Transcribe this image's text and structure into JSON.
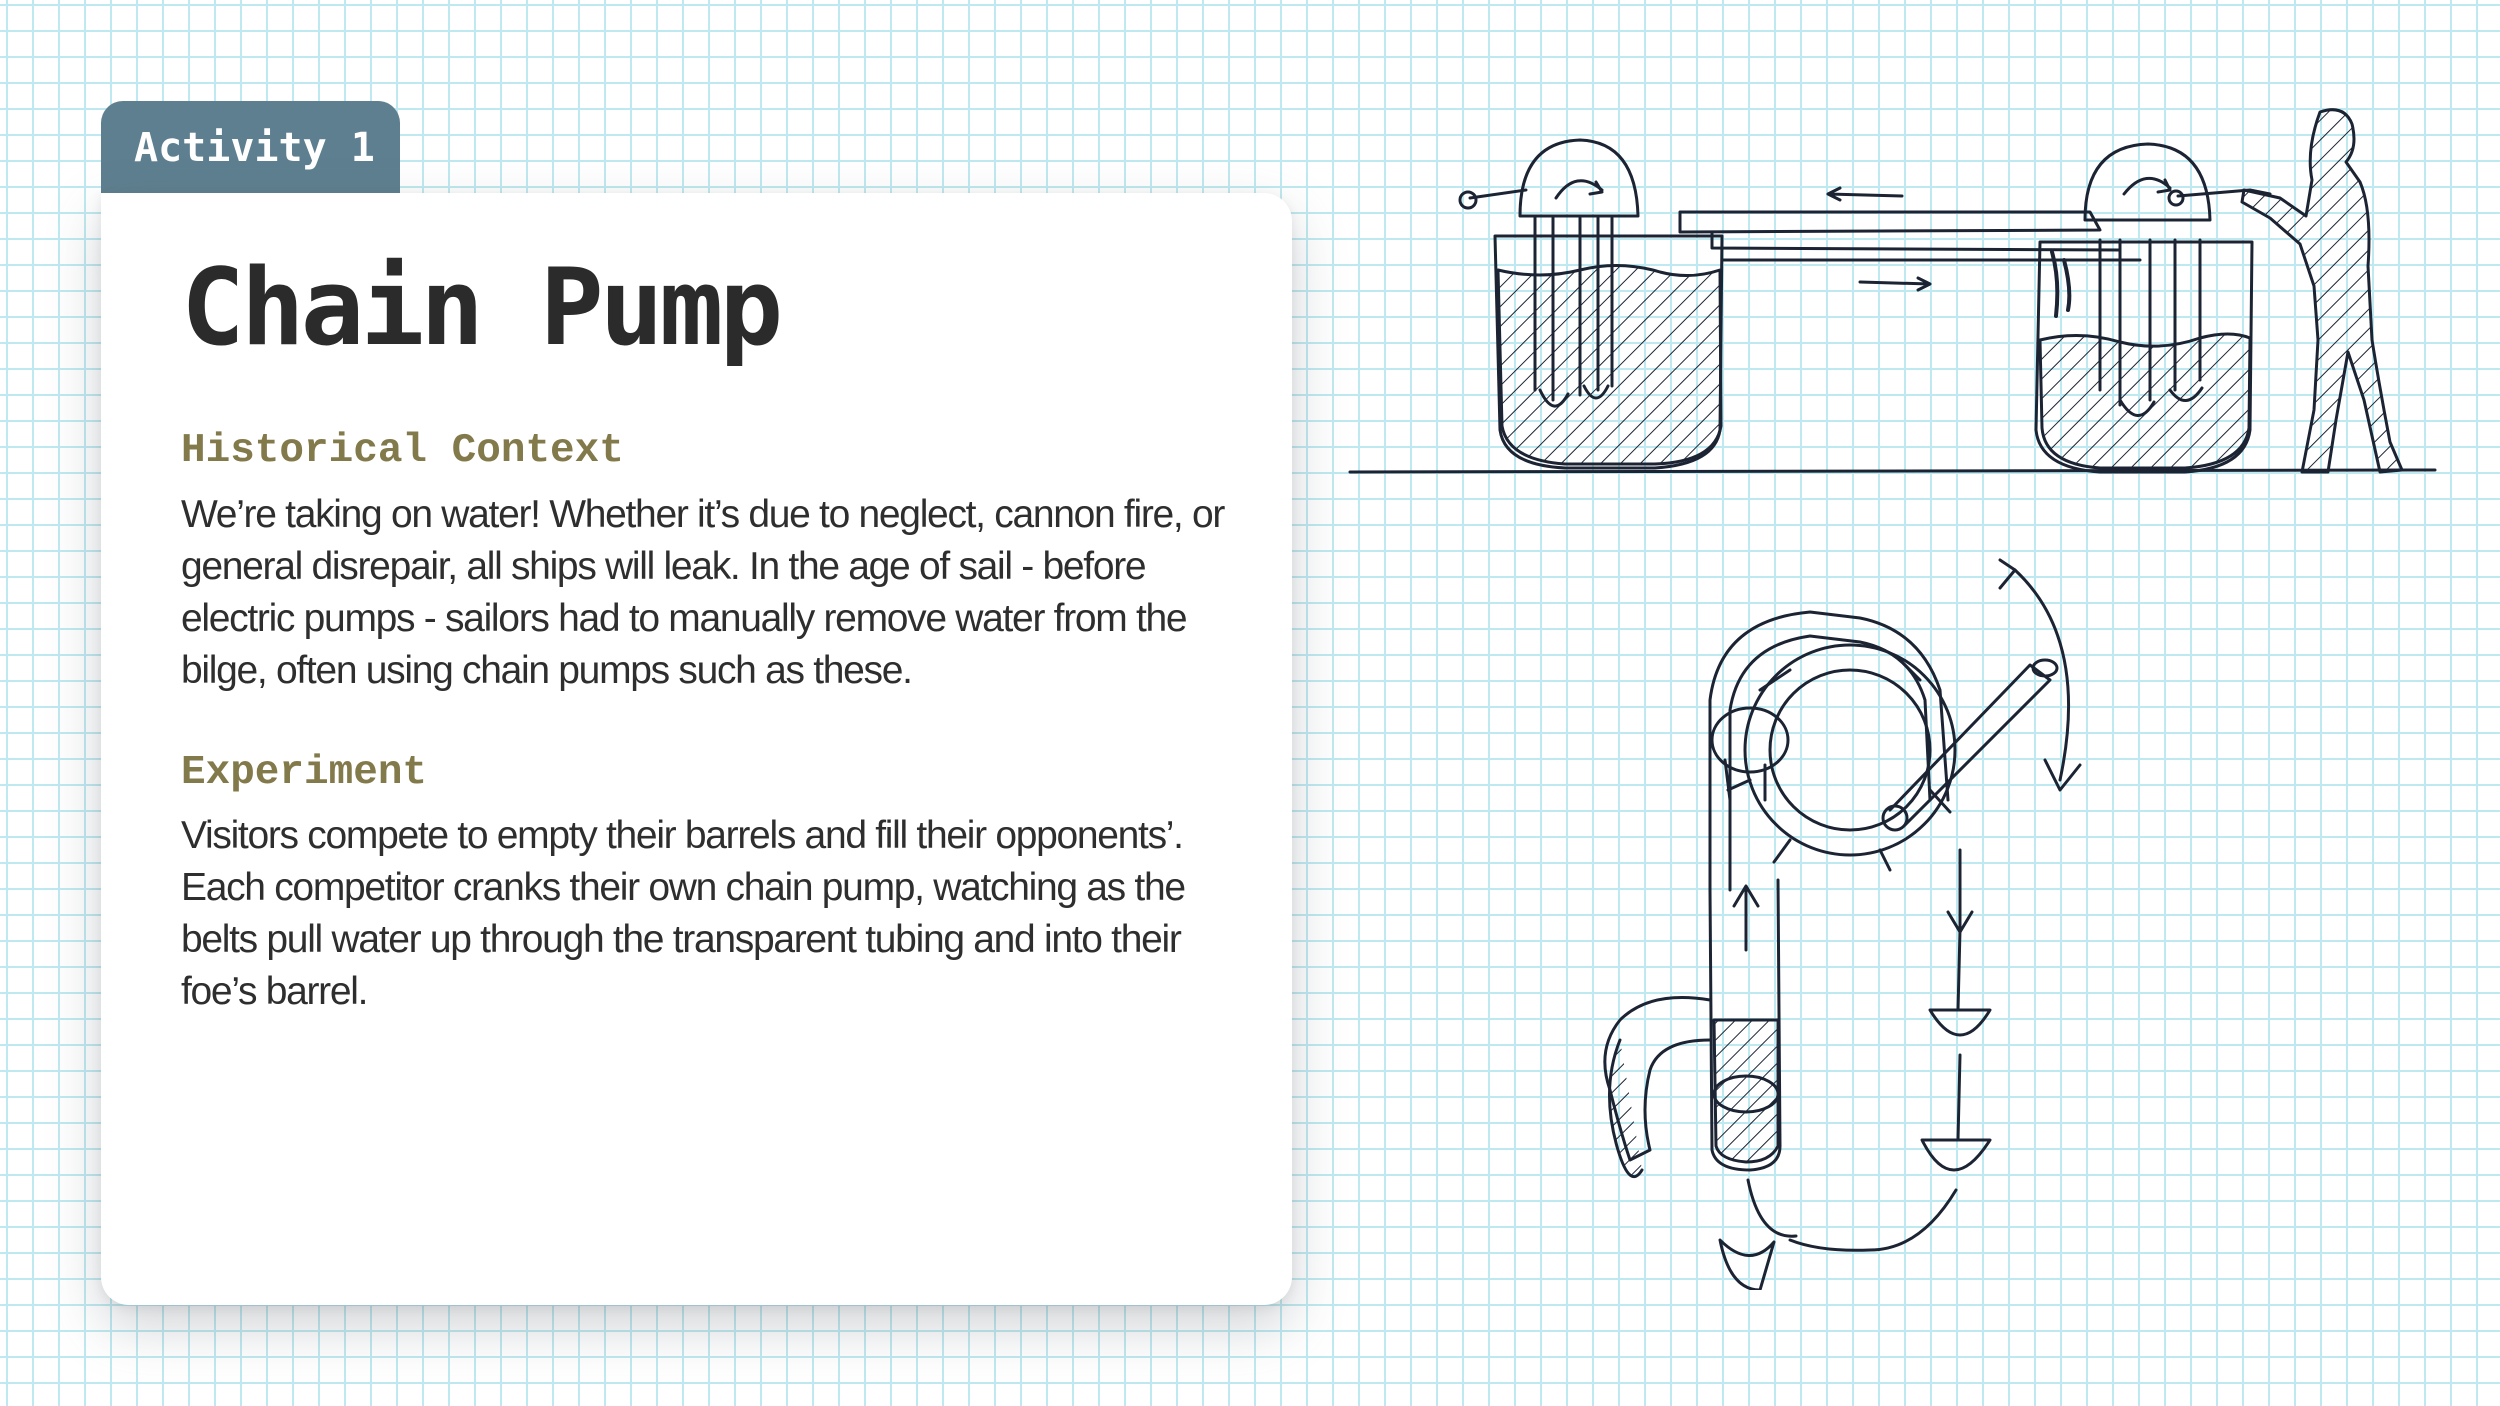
{
  "activity_tab": "Activity 1",
  "title": "Chain Pump",
  "sections": [
    {
      "heading": "Historical Context",
      "body": "We’re taking on water! Whether it’s due to neglect, cannon fire, or general disrepair, all ships will leak. In the age of sail - before electric pumps - sailors had to manually remove water from the bilge, often using chain pumps such as these."
    },
    {
      "heading": "Experiment",
      "body": "Visitors compete to empty their barrels and fill their opponents’. Each competitor cranks their own chain pump, watching as the belts pull water up through the transparent tubing and into their foe’s barrel."
    }
  ],
  "colors": {
    "tab": "#5e7f8f",
    "heading": "#837a4b",
    "ink": "#1c2434",
    "grid": "#bfe9f0"
  }
}
